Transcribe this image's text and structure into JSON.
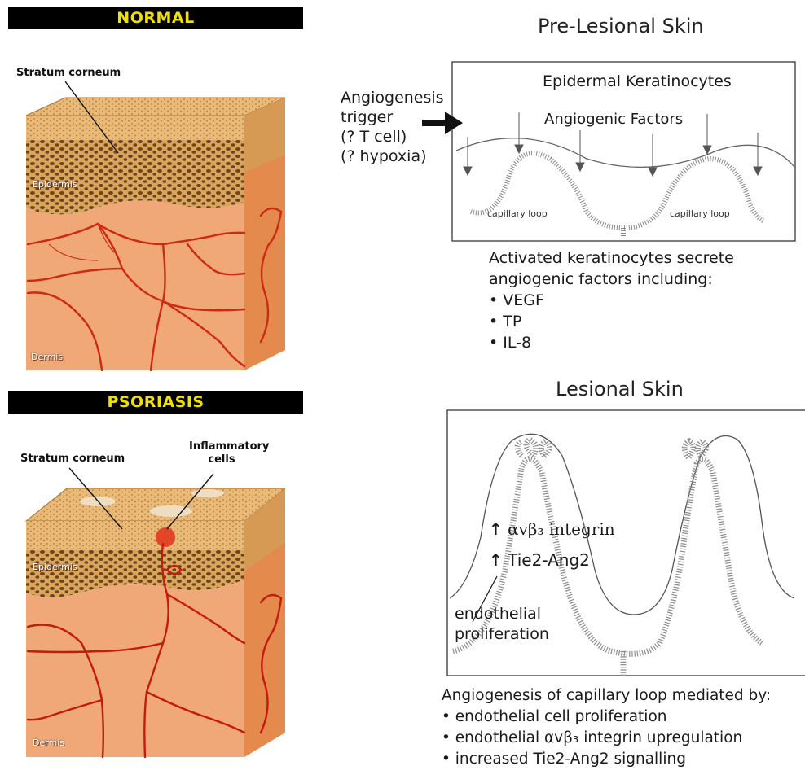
{
  "left_panel": {
    "normal": {
      "banner": "NORMAL",
      "labels": {
        "stratum_corneum": "Stratum corneum",
        "epidermis": "Epidermis",
        "dermis": "Dermis"
      }
    },
    "psoriasis": {
      "banner": "PSORIASIS",
      "labels": {
        "stratum_corneum": "Stratum corneum",
        "inflammatory_cells_line1": "Inflammatory",
        "inflammatory_cells_line2": "cells",
        "epidermis": "Epidermis",
        "dermis": "Dermis"
      }
    }
  },
  "pre_lesional": {
    "title": "Pre-Lesional Skin",
    "box": {
      "keratinocytes": "Epidermal Keratinocytes",
      "factors": "Angiogenic Factors",
      "loop_left": "capillary loop",
      "loop_right": "capillary loop"
    },
    "trigger": {
      "line1": "Angiogenesis",
      "line2": "trigger",
      "line3": "(? T cell)",
      "line4": "(? hypoxia)"
    },
    "caption": {
      "line1": "Activated keratinocytes secrete",
      "line2": "angiogenic factors including:",
      "items": [
        "VEGF",
        "TP",
        "IL-8"
      ]
    }
  },
  "lesional": {
    "title": "Lesional Skin",
    "box": {
      "integrin_arrow": "↑",
      "integrin_label": "αvβ₃ integrin",
      "tie2_arrow": "↑",
      "tie2_label": "Tie2-Ang2",
      "endothelial_line1": "endothelial",
      "endothelial_line2": "proliferation"
    },
    "caption": {
      "heading": "Angiogenesis of capillary loop mediated by:",
      "items": [
        "endothelial cell proliferation",
        "endothelial αvβ₃ integrin upregulation",
        "increased Tie2-Ang2 signalling"
      ]
    }
  }
}
